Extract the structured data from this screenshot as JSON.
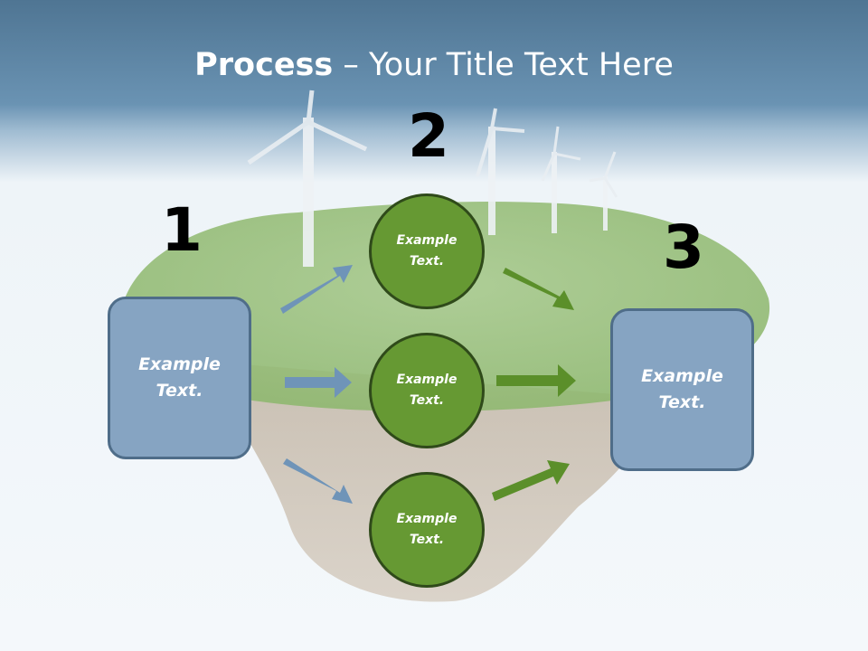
{
  "title": {
    "bold": "Process",
    "rest": " – Your Title Text Here"
  },
  "steps": {
    "one": "1",
    "two": "2",
    "three": "3"
  },
  "boxes": {
    "left": "Example\nText.",
    "right": "Example\nText."
  },
  "circles": [
    {
      "label": "Example\nText."
    },
    {
      "label": "Example\nText."
    },
    {
      "label": "Example\nText."
    }
  ],
  "colors": {
    "header": "#5f8aab",
    "box_fill": "#86a4c2",
    "circle_fill": "#669933",
    "arrow_blue": "#6f94b8",
    "arrow_green": "#5b8f2a"
  }
}
